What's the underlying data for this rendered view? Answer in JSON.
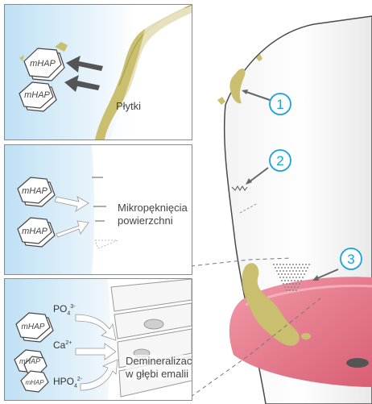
{
  "panels": [
    {
      "id": "plaque",
      "label": "Płytki",
      "particles": [
        "mHAP",
        "mHAP"
      ]
    },
    {
      "id": "surface",
      "label_lines": [
        "Mikropęknięcia",
        "powierzchni"
      ],
      "particles": [
        "mHAP",
        "mHAP"
      ]
    },
    {
      "id": "deep",
      "label_lines": [
        "Demineralizacja",
        "w głębi emalii"
      ],
      "particles": [
        "mHAP",
        "mHAP",
        "mHAP"
      ],
      "ions": [
        {
          "base": "PO",
          "sub": "4",
          "sup": "3-"
        },
        {
          "base": "Ca",
          "sub": "",
          "sup": "2+"
        },
        {
          "base": "HPO",
          "sub": "4",
          "sup": "2-"
        }
      ]
    }
  ],
  "callouts": [
    "1",
    "2",
    "3"
  ],
  "colors": {
    "plaque": "#c9bf6e",
    "gum": "#e98a9a",
    "callout": "#1aa3d9",
    "enamel_blue": "#bfe0f4"
  }
}
